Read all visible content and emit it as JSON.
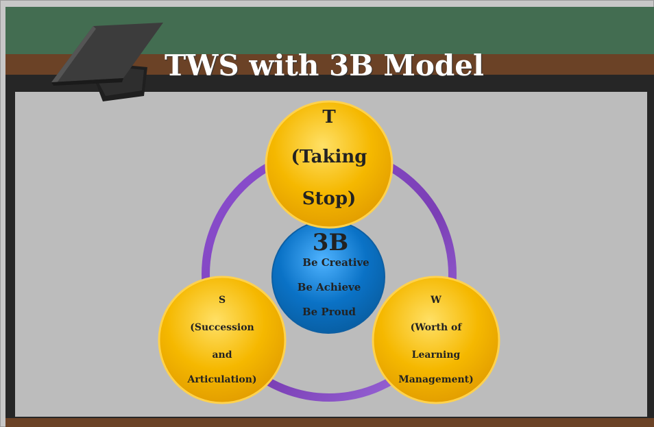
{
  "title": "TWS with 3B Model",
  "colors": {
    "ring": "#7b3fb5",
    "outer_node": "#f5b800",
    "center_node": "#0a72c6",
    "board_green": "#436d51",
    "board_brown": "#6b4226",
    "board_dark": "#262626",
    "content_bg": "#bcbcbc"
  },
  "icons": {
    "cap": "graduation-cap-icon"
  },
  "center": {
    "heading": "3B",
    "lines": [
      "Be Creative",
      "Be Achieve",
      "Be Proud"
    ]
  },
  "nodes": {
    "t": {
      "lines": [
        "T",
        "(Taking",
        "Stop)"
      ]
    },
    "s": {
      "lines": [
        "S",
        "(Succession",
        "and",
        "Articulation)"
      ]
    },
    "w": {
      "lines": [
        "W",
        "(Worth of",
        "Learning",
        "Management)"
      ]
    }
  }
}
